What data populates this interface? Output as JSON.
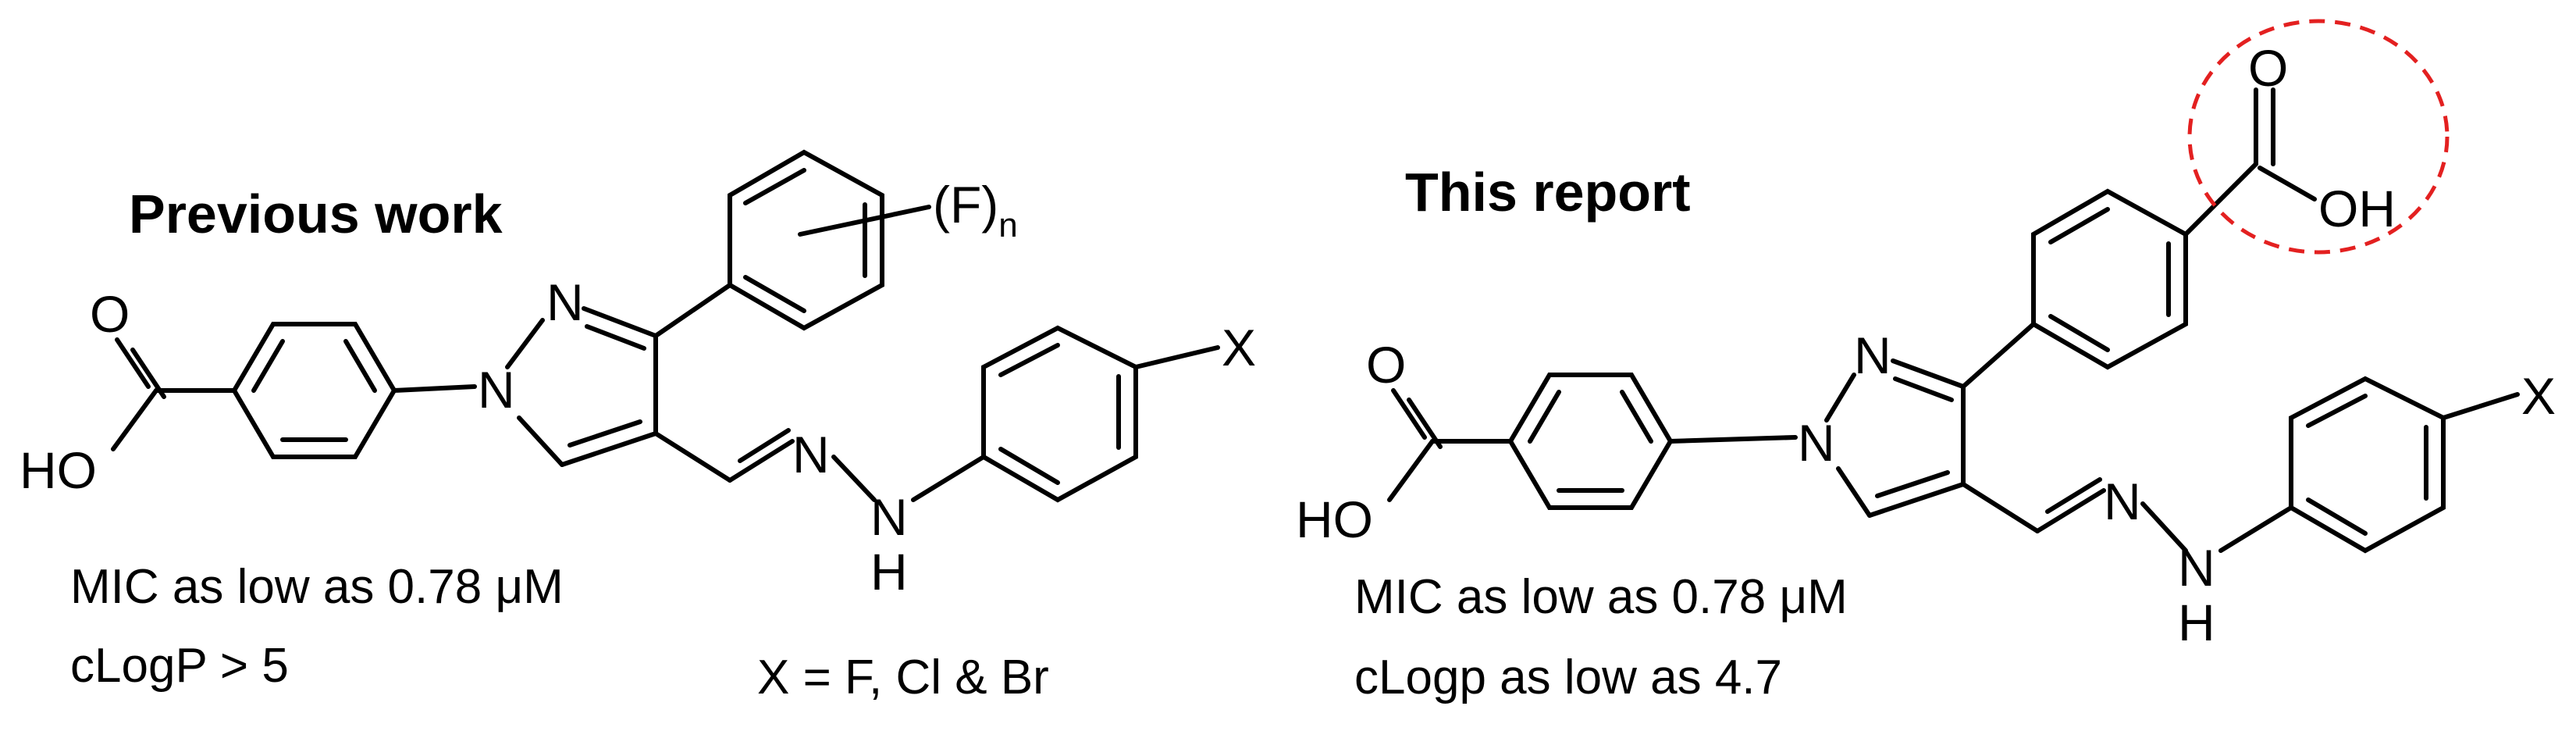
{
  "previous": {
    "heading": "Previous work",
    "mic": "MIC as low as 0.78 μM",
    "clogp": "cLogP > 5",
    "x_def": "X = F, Cl & Br",
    "substituent_label": "(F)",
    "substituent_subscript": "n"
  },
  "report": {
    "heading": "This report",
    "mic": "MIC as low as 0.78  μM",
    "clogp": "cLogp as low as 4.7"
  },
  "atoms": {
    "O": "O",
    "HO": "HO",
    "OH": "OH",
    "N": "N",
    "H": "H",
    "X": "X"
  },
  "colors": {
    "highlight": "#e32020",
    "ink": "#000000"
  }
}
